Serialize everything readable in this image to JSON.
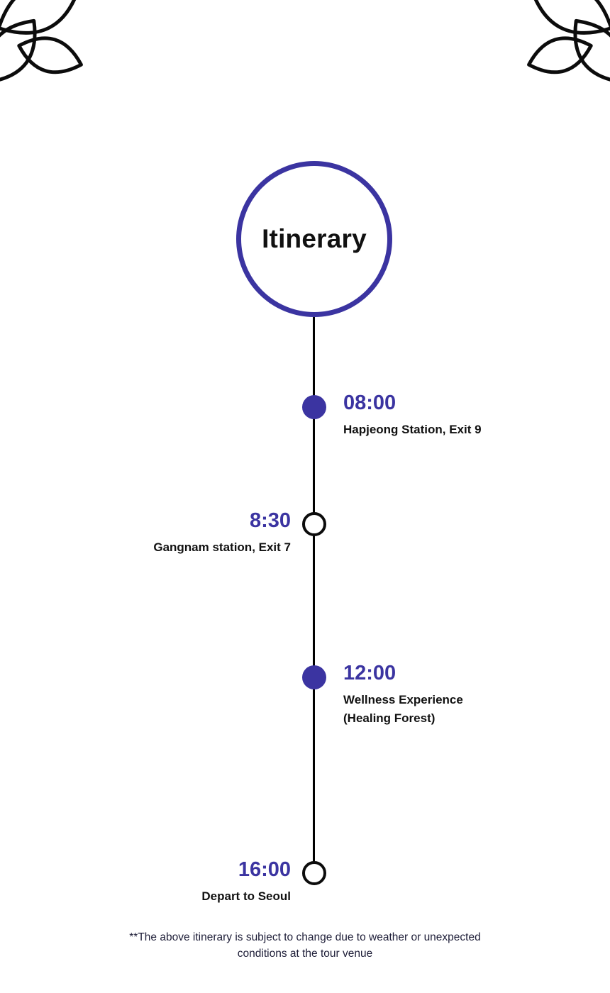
{
  "page": {
    "title": "Itinerary",
    "footnote": "**The above itinerary is subject to change due to weather or unexpected\nconditions at the tour venue"
  },
  "colors": {
    "accent": "#3b34a1",
    "timeline_line": "#000000",
    "text": "#111111"
  },
  "icons": {
    "top_left": "leaf-cluster-icon",
    "top_right": "leaf-cluster-icon"
  },
  "stops": [
    {
      "time": "08:00",
      "label": "Hapjeong Station, Exit 9",
      "side": "right",
      "dot": "filled"
    },
    {
      "time": "8:30",
      "label": "Gangnam station, Exit 7",
      "side": "left",
      "dot": "open"
    },
    {
      "time": "12:00",
      "label": "Wellness Experience\n(Healing Forest)",
      "side": "right",
      "dot": "filled"
    },
    {
      "time": "16:00",
      "label": "Depart to Seoul",
      "side": "left",
      "dot": "open"
    }
  ]
}
